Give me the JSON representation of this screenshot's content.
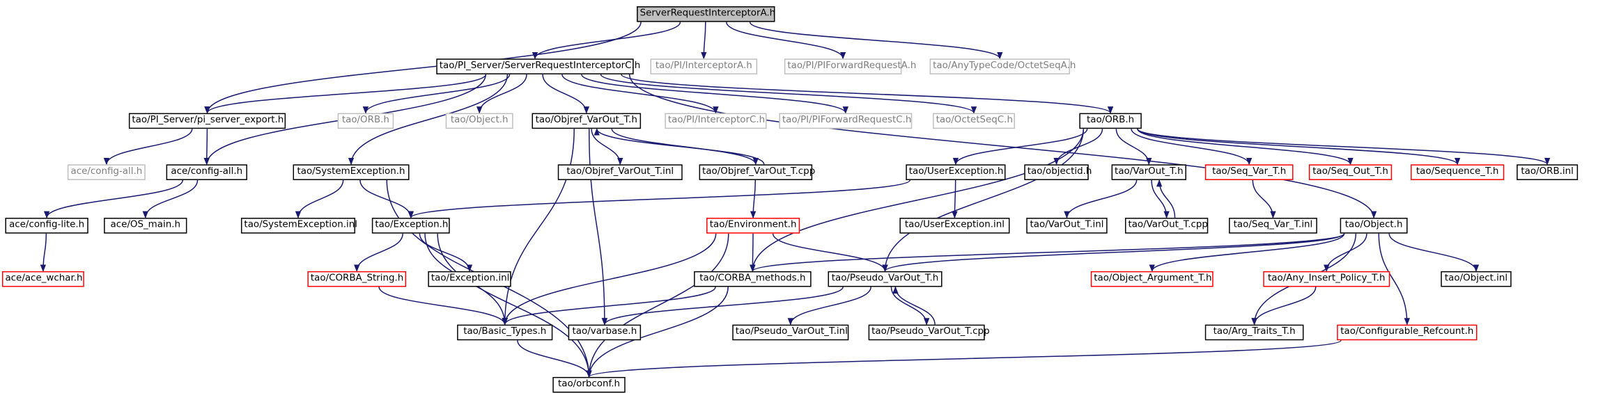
{
  "graph": {
    "title": "ServerRequestInterceptorA.h",
    "nodes": [
      {
        "id": "root",
        "label": "ServerRequestInterceptorA.h",
        "style": "root"
      },
      {
        "id": "src",
        "label": "tao/PI_Server/ServerRequestInterceptorC.h",
        "style": "normal"
      },
      {
        "id": "interceptorA",
        "label": "tao/PI/InterceptorA.h",
        "style": "gray"
      },
      {
        "id": "piforwardA",
        "label": "tao/PI/PIForwardRequestA.h",
        "style": "gray"
      },
      {
        "id": "octetseqA",
        "label": "tao/AnyTypeCode/OctetSeqA.h",
        "style": "gray"
      },
      {
        "id": "pise",
        "label": "tao/PI_Server/pi_server_export.h",
        "style": "normal"
      },
      {
        "id": "orbh1",
        "label": "tao/ORB.h",
        "style": "gray"
      },
      {
        "id": "object1",
        "label": "tao/Object.h",
        "style": "gray"
      },
      {
        "id": "objref",
        "label": "tao/Objref_VarOut_T.h",
        "style": "normal"
      },
      {
        "id": "interceptorC",
        "label": "tao/PI/InterceptorC.h",
        "style": "gray"
      },
      {
        "id": "piforwardC",
        "label": "tao/PI/PIForwardRequestC.h",
        "style": "gray"
      },
      {
        "id": "octetseqC",
        "label": "tao/OctetSeqC.h",
        "style": "gray"
      },
      {
        "id": "orbh",
        "label": "tao/ORB.h",
        "style": "normal"
      },
      {
        "id": "configall_g",
        "label": "ace/config-all.h",
        "style": "gray"
      },
      {
        "id": "configall",
        "label": "ace/config-all.h",
        "style": "normal"
      },
      {
        "id": "sysexc",
        "label": "tao/SystemException.h",
        "style": "normal"
      },
      {
        "id": "objrefinl",
        "label": "tao/Objref_VarOut_T.inl",
        "style": "normal"
      },
      {
        "id": "objrefcpp",
        "label": "tao/Objref_VarOut_T.cpp",
        "style": "normal"
      },
      {
        "id": "userexc",
        "label": "tao/UserException.h",
        "style": "normal"
      },
      {
        "id": "objectid",
        "label": "tao/objectid.h",
        "style": "normal"
      },
      {
        "id": "varout",
        "label": "tao/VarOut_T.h",
        "style": "normal"
      },
      {
        "id": "seqvar",
        "label": "tao/Seq_Var_T.h",
        "style": "red"
      },
      {
        "id": "seqout",
        "label": "tao/Seq_Out_T.h",
        "style": "red"
      },
      {
        "id": "sequence",
        "label": "tao/Sequence_T.h",
        "style": "red"
      },
      {
        "id": "orbinl",
        "label": "tao/ORB.inl",
        "style": "normal"
      },
      {
        "id": "configlite",
        "label": "ace/config-lite.h",
        "style": "normal"
      },
      {
        "id": "osmain",
        "label": "ace/OS_main.h",
        "style": "normal"
      },
      {
        "id": "sysexcinl",
        "label": "tao/SystemException.inl",
        "style": "normal"
      },
      {
        "id": "exception",
        "label": "tao/Exception.h",
        "style": "normal"
      },
      {
        "id": "environment",
        "label": "tao/Environment.h",
        "style": "red"
      },
      {
        "id": "userexcinl",
        "label": "tao/UserException.inl",
        "style": "normal"
      },
      {
        "id": "varoutinl",
        "label": "tao/VarOut_T.inl",
        "style": "normal"
      },
      {
        "id": "varoutcpp",
        "label": "tao/VarOut_T.cpp",
        "style": "normal"
      },
      {
        "id": "seqvarinl",
        "label": "tao/Seq_Var_T.inl",
        "style": "normal"
      },
      {
        "id": "objecth",
        "label": "tao/Object.h",
        "style": "normal"
      },
      {
        "id": "acewchar",
        "label": "ace/ace_wchar.h",
        "style": "red"
      },
      {
        "id": "corbastring",
        "label": "tao/CORBA_String.h",
        "style": "red"
      },
      {
        "id": "exceptioninl",
        "label": "tao/Exception.inl",
        "style": "normal"
      },
      {
        "id": "corbamethods",
        "label": "tao/CORBA_methods.h",
        "style": "normal"
      },
      {
        "id": "pseudovarout",
        "label": "tao/Pseudo_VarOut_T.h",
        "style": "normal"
      },
      {
        "id": "objectarg",
        "label": "tao/Object_Argument_T.h",
        "style": "red"
      },
      {
        "id": "anyinsert",
        "label": "tao/Any_Insert_Policy_T.h",
        "style": "red"
      },
      {
        "id": "objectinl",
        "label": "tao/Object.inl",
        "style": "normal"
      },
      {
        "id": "basictypes",
        "label": "tao/Basic_Types.h",
        "style": "normal"
      },
      {
        "id": "varbase",
        "label": "tao/varbase.h",
        "style": "normal"
      },
      {
        "id": "pseudoinl",
        "label": "tao/Pseudo_VarOut_T.inl",
        "style": "normal"
      },
      {
        "id": "pseudocpp",
        "label": "tao/Pseudo_VarOut_T.cpp",
        "style": "normal"
      },
      {
        "id": "argtraits",
        "label": "tao/Arg_Traits_T.h",
        "style": "normal"
      },
      {
        "id": "configrefcount",
        "label": "tao/Configurable_Refcount.h",
        "style": "red"
      },
      {
        "id": "orbconf",
        "label": "tao/orbconf.h",
        "style": "normal"
      }
    ],
    "edges": [
      [
        "root",
        "src"
      ],
      [
        "root",
        "interceptorA"
      ],
      [
        "root",
        "piforwardA"
      ],
      [
        "root",
        "octetseqA"
      ],
      [
        "root",
        "pise"
      ],
      [
        "src",
        "pise"
      ],
      [
        "src",
        "orbh1"
      ],
      [
        "src",
        "object1"
      ],
      [
        "src",
        "objref"
      ],
      [
        "src",
        "interceptorC"
      ],
      [
        "src",
        "piforwardC"
      ],
      [
        "src",
        "octetseqC"
      ],
      [
        "src",
        "orbh"
      ],
      [
        "src",
        "configall"
      ],
      [
        "src",
        "sysexc"
      ],
      [
        "src",
        "objecth"
      ],
      [
        "pise",
        "configall_g"
      ],
      [
        "pise",
        "configall"
      ],
      [
        "configall",
        "configlite"
      ],
      [
        "configall",
        "osmain"
      ],
      [
        "configlite",
        "acewchar"
      ],
      [
        "objref",
        "objrefinl"
      ],
      [
        "objref",
        "objrefcpp"
      ],
      [
        "objref",
        "basictypes"
      ],
      [
        "objref",
        "varbase"
      ],
      [
        "objrefcpp",
        "objref"
      ],
      [
        "objrefcpp",
        "environment"
      ],
      [
        "orbh",
        "userexc"
      ],
      [
        "orbh",
        "objectid"
      ],
      [
        "orbh",
        "varout"
      ],
      [
        "orbh",
        "seqvar"
      ],
      [
        "orbh",
        "seqout"
      ],
      [
        "orbh",
        "sequence"
      ],
      [
        "orbh",
        "orbinl"
      ],
      [
        "orbh",
        "corbamethods"
      ],
      [
        "orbh",
        "pseudovarout"
      ],
      [
        "userexc",
        "exception"
      ],
      [
        "userexc",
        "userexcinl"
      ],
      [
        "varout",
        "varoutinl"
      ],
      [
        "varout",
        "varoutcpp"
      ],
      [
        "varoutcpp",
        "varout"
      ],
      [
        "seqvar",
        "seqvarinl"
      ],
      [
        "sysexc",
        "sysexcinl"
      ],
      [
        "sysexc",
        "exception"
      ],
      [
        "sysexc",
        "orbconf"
      ],
      [
        "exception",
        "corbastring"
      ],
      [
        "exception",
        "exceptioninl"
      ],
      [
        "exception",
        "basictypes"
      ],
      [
        "exception",
        "orbconf"
      ],
      [
        "corbastring",
        "basictypes"
      ],
      [
        "environment",
        "corbamethods"
      ],
      [
        "environment",
        "pseudovarout"
      ],
      [
        "environment",
        "basictypes"
      ],
      [
        "environment",
        "orbconf"
      ],
      [
        "corbamethods",
        "basictypes"
      ],
      [
        "corbamethods",
        "orbconf"
      ],
      [
        "pseudovarout",
        "varbase"
      ],
      [
        "pseudovarout",
        "pseudoinl"
      ],
      [
        "pseudovarout",
        "pseudocpp"
      ],
      [
        "pseudocpp",
        "pseudovarout"
      ],
      [
        "objecth",
        "corbamethods"
      ],
      [
        "objecth",
        "pseudovarout"
      ],
      [
        "objecth",
        "objectarg"
      ],
      [
        "objecth",
        "anyinsert"
      ],
      [
        "objecth",
        "objectinl"
      ],
      [
        "objecth",
        "argtraits"
      ],
      [
        "objecth",
        "configrefcount"
      ],
      [
        "anyinsert",
        "argtraits"
      ],
      [
        "basictypes",
        "orbconf"
      ],
      [
        "configrefcount",
        "orbconf"
      ]
    ]
  }
}
